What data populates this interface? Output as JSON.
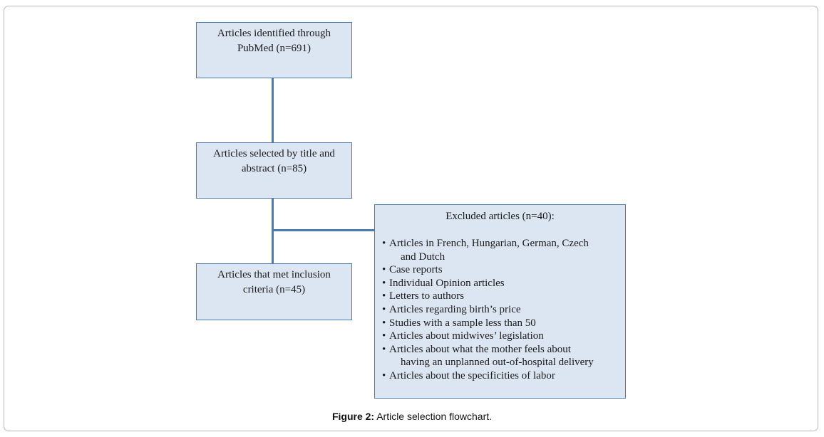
{
  "flowchart": {
    "box_identified": "Articles identified through PubMed (n=691)",
    "box_selected": "Articles selected by title and abstract (n=85)",
    "box_included": "Articles that met inclusion criteria (n=45)",
    "excluded": {
      "title": "Excluded articles (n=40):",
      "items": [
        {
          "first": "Articles in French, Hungarian, German, Czech",
          "cont": "and Dutch"
        },
        {
          "first": "Case reports",
          "cont": ""
        },
        {
          "first": "Individual Opinion articles",
          "cont": ""
        },
        {
          "first": "Letters to authors",
          "cont": ""
        },
        {
          "first": "Articles regarding birth’s price",
          "cont": ""
        },
        {
          "first": "Studies with a sample less than 50",
          "cont": ""
        },
        {
          "first": "Articles about midwives’ legislation",
          "cont": ""
        },
        {
          "first": "Articles about what the mother feels about",
          "cont": "having an unplanned out-of-hospital delivery"
        },
        {
          "first": "Articles about the specificities of labor",
          "cont": ""
        }
      ]
    }
  },
  "caption": {
    "label": "Figure 2:",
    "text": " Article selection flowchart."
  },
  "colors": {
    "box_fill": "#dce6f2",
    "box_border": "#4a7ab2",
    "connector": "#4a7ab2"
  }
}
